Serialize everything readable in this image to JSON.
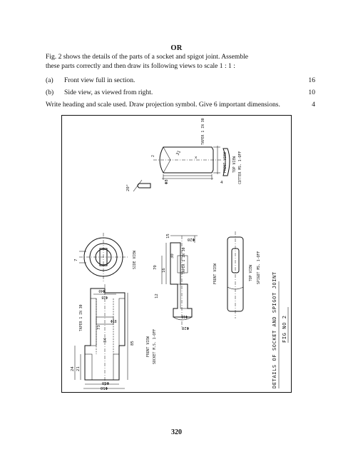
{
  "heading": "OR",
  "intro": {
    "line1": "Fig. 2 shows the details of the parts of a socket and spigot joint. Assemble",
    "line2": "these parts correctly and then draw its following views to scale 1 : 1 :"
  },
  "questions": [
    {
      "marker": "(a)",
      "text": "Front view full in section.",
      "marks": "16"
    },
    {
      "marker": "(b)",
      "text": "Side view, as viewed from right.",
      "marks": "10"
    }
  ],
  "instruction": {
    "text": "Write heading and scale used. Draw projection symbol. Give 6 important dimensions.",
    "marks": "4"
  },
  "drawing": {
    "title_line1": "DETAILS OF SOCKET AND SPIGOT JOINT",
    "title_line2": "FIG NO 2",
    "cotter": {
      "label": "COTTER MS. 1-OFF",
      "taper": "TAPER 1 IN 30",
      "front_view": "FRONT VIEW",
      "top_view": "TOP VIEW",
      "dim_angle": "20°",
      "dim_length": "31",
      "dim_width": "4",
      "dim_dia": "Φ8",
      "dim_small": "2",
      "dim_x": "x"
    },
    "socket": {
      "label": "SOCKET M.S. 1-OFF",
      "side_view": "SIDE VIEW",
      "front_view": "FRONT VIEW",
      "taper": "TAPER 1 IN 30",
      "dim_7": "7",
      "dim_85": "85",
      "dim_24": "24",
      "dim_21": "21",
      "dim_73": "73",
      "dim_34": "34",
      "dim_d1": "Φ50",
      "dim_d2": "Φ60",
      "dim_d3": "Φ40",
      "dim_d4": "Φ28",
      "dim_d5": "Φ18"
    },
    "spigot": {
      "label": "SPIGOT MS. 1-OFF",
      "front_view": "FRONT VIEW",
      "top_view": "TOP VIEW",
      "taper": "TAPER 1 IN 30",
      "dim_70": "70",
      "dim_30": "30",
      "dim_16": "16",
      "dim_15": "15",
      "dim_12": "12",
      "dim_d1": "Φ20",
      "dim_d2": "Φ28",
      "dim_d3": "Φ18"
    }
  },
  "page_number": "320"
}
